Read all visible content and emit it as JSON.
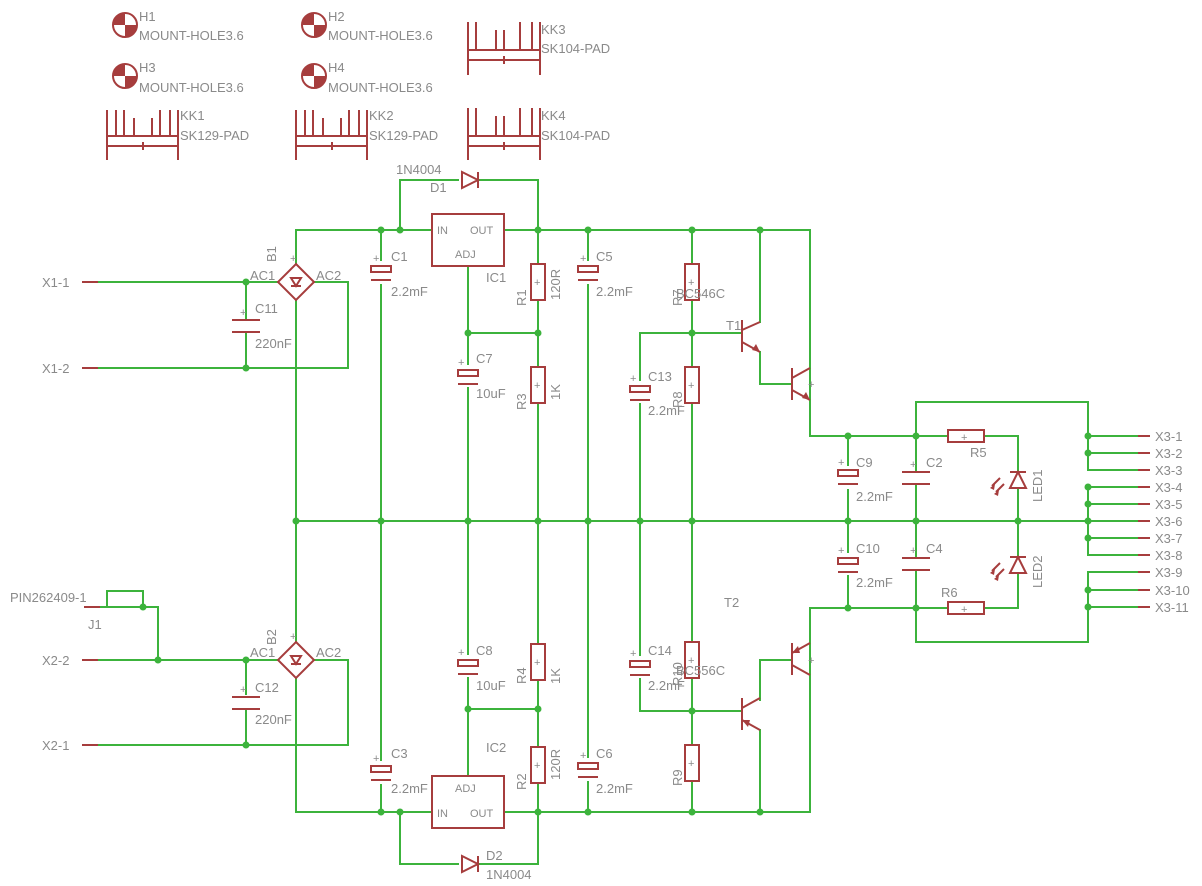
{
  "mounting_holes": [
    {
      "name": "H1",
      "value": "MOUNT-HOLE3.6"
    },
    {
      "name": "H2",
      "value": "MOUNT-HOLE3.6"
    },
    {
      "name": "H3",
      "value": "MOUNT-HOLE3.6"
    },
    {
      "name": "H4",
      "value": "MOUNT-HOLE3.6"
    }
  ],
  "heatsinks": [
    {
      "name": "KK3",
      "value": "SK104-PAD"
    },
    {
      "name": "KK1",
      "value": "SK129-PAD"
    },
    {
      "name": "KK2",
      "value": "SK129-PAD"
    },
    {
      "name": "KK4",
      "value": "SK104-PAD"
    }
  ],
  "diodes": [
    {
      "name": "D1",
      "value": "1N4004"
    },
    {
      "name": "D2",
      "value": "1N4004"
    }
  ],
  "bridges": [
    {
      "name": "B1",
      "ac1": "AC1",
      "ac2": "AC2"
    },
    {
      "name": "B2",
      "ac1": "AC1",
      "ac2": "AC2"
    }
  ],
  "regulators": [
    {
      "name": "IC1",
      "in": "IN",
      "out": "OUT",
      "adj": "ADJ"
    },
    {
      "name": "IC2",
      "in": "IN",
      "out": "OUT",
      "adj": "ADJ"
    }
  ],
  "capacitors": [
    {
      "name": "C1",
      "value": "2.2mF"
    },
    {
      "name": "C2",
      "value": ""
    },
    {
      "name": "C3",
      "value": "2.2mF"
    },
    {
      "name": "C4",
      "value": ""
    },
    {
      "name": "C5",
      "value": "2.2mF"
    },
    {
      "name": "C6",
      "value": "2.2mF"
    },
    {
      "name": "C7",
      "value": "10uF"
    },
    {
      "name": "C8",
      "value": "10uF"
    },
    {
      "name": "C9",
      "value": "2.2mF"
    },
    {
      "name": "C10",
      "value": "2.2mF"
    },
    {
      "name": "C11",
      "value": "220nF"
    },
    {
      "name": "C12",
      "value": "220nF"
    },
    {
      "name": "C13",
      "value": "2.2mF"
    },
    {
      "name": "C14",
      "value": "2.2mF"
    }
  ],
  "resistors": [
    {
      "name": "R1",
      "value": "120R"
    },
    {
      "name": "R2",
      "value": "120R"
    },
    {
      "name": "R3",
      "value": "1K"
    },
    {
      "name": "R4",
      "value": "1K"
    },
    {
      "name": "R5",
      "value": ""
    },
    {
      "name": "R6",
      "value": ""
    },
    {
      "name": "R7",
      "value": ""
    },
    {
      "name": "R8",
      "value": ""
    },
    {
      "name": "R9",
      "value": ""
    },
    {
      "name": "R10",
      "value": ""
    }
  ],
  "transistors": [
    {
      "name": "T1",
      "value": "BC546C"
    },
    {
      "name": "T2",
      "value": "BC556C"
    }
  ],
  "leds": [
    {
      "name": "LED1"
    },
    {
      "name": "LED2"
    }
  ],
  "connectors": {
    "x1": [
      "X1-1",
      "X1-2"
    ],
    "x2": [
      "X2-2",
      "X2-1"
    ],
    "x3": [
      "X3-1",
      "X3-2",
      "X3-3",
      "X3-4",
      "X3-5",
      "X3-6",
      "X3-7",
      "X3-8",
      "X3-9",
      "X3-10",
      "X3-11"
    ],
    "j1": {
      "name": "J1",
      "value": "PIN262409-1"
    }
  },
  "colors": {
    "wire": "#3cb33c",
    "component": "#a63d3d",
    "label": "#8a8a8a",
    "background": "#ffffff"
  }
}
